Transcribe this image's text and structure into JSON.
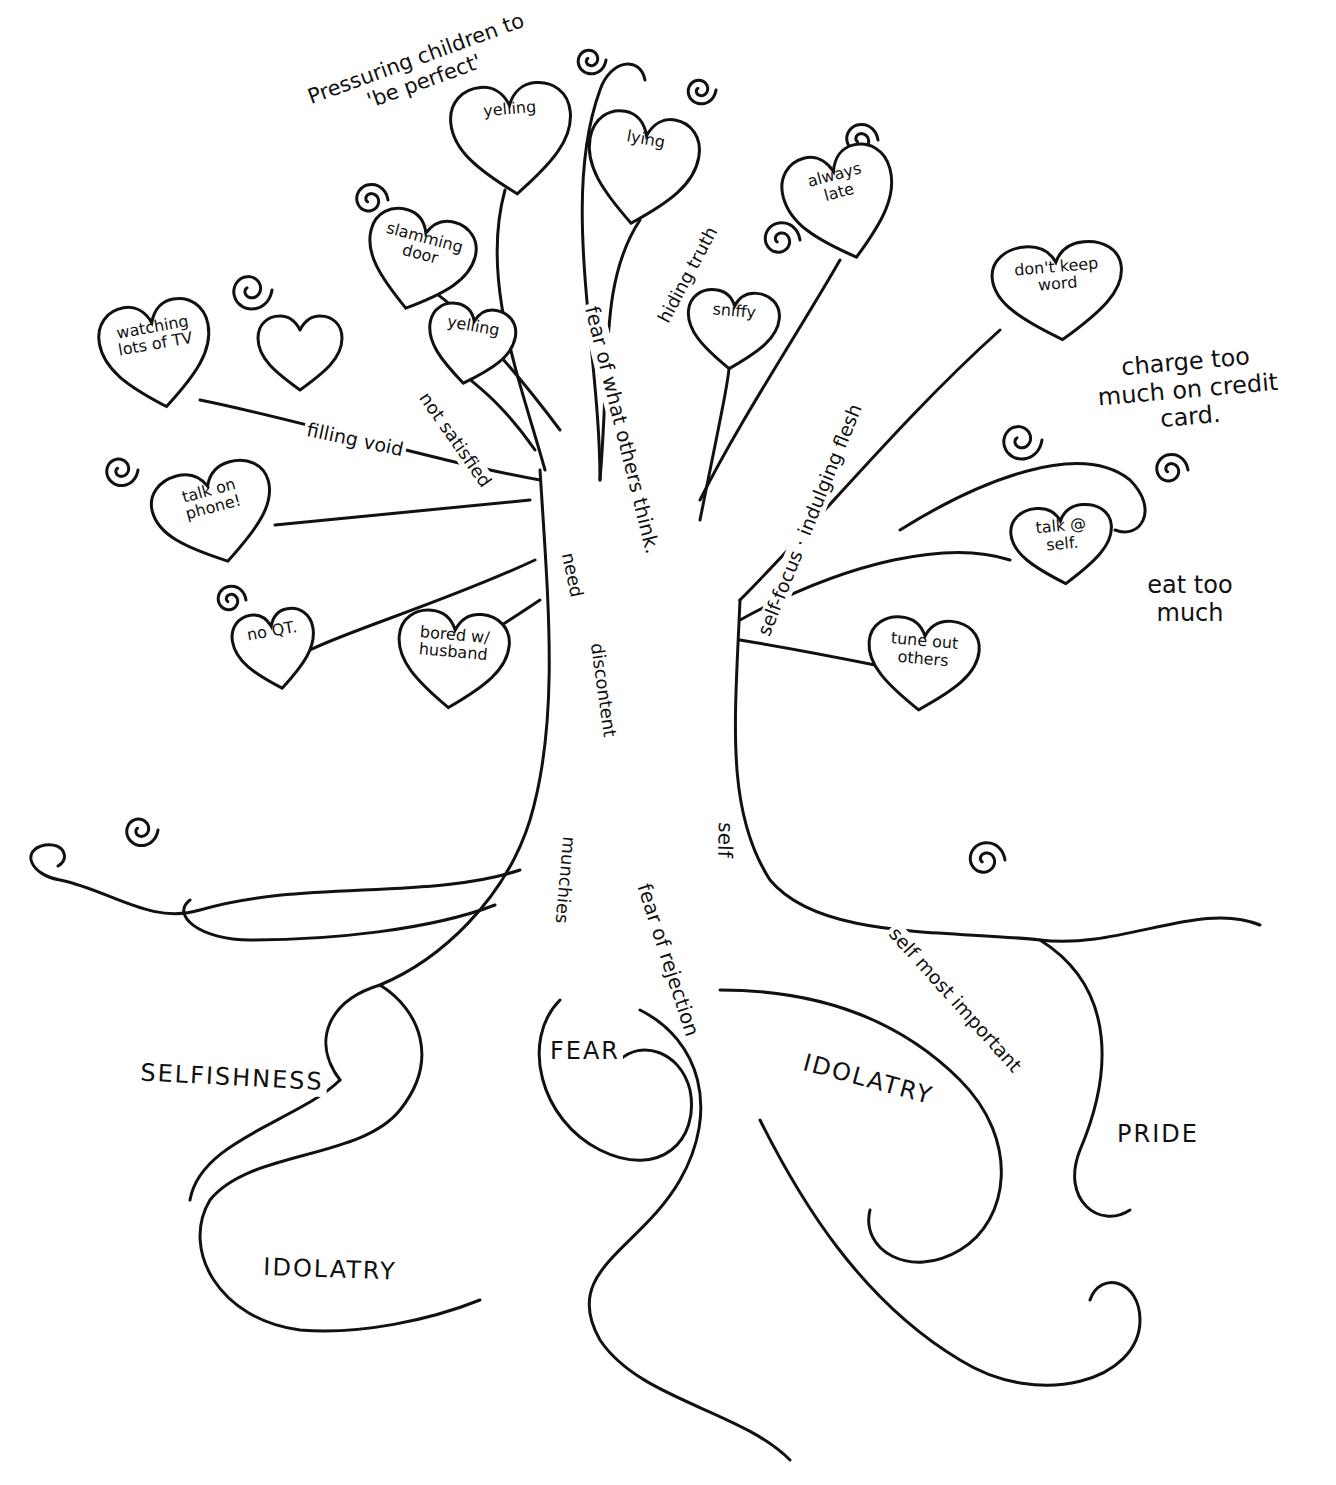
{
  "diagram": {
    "nodes": [
      {
        "text": [
          "yelling"
        ]
      },
      {
        "text": [
          "lying"
        ]
      },
      {
        "text": [
          "always late"
        ]
      },
      {
        "text": [
          "slamming door"
        ]
      },
      {
        "text": [
          "don't keep word"
        ]
      },
      {
        "text": [
          "watching lots of TV"
        ]
      },
      {
        "text": [
          "sniffy"
        ]
      },
      {
        "text": [
          "yelling"
        ]
      },
      {
        "text": [
          "talk on phone!"
        ]
      },
      {
        "text": [
          "talk @ self."
        ]
      },
      {
        "text": [
          "tune out others"
        ]
      },
      {
        "text": [
          "no QT."
        ]
      },
      {
        "text": [
          "bored w/ husband"
        ]
      }
    ],
    "labels": [
      "Pressuring children to 'be perfect'",
      "hiding truth",
      "not satisfied",
      "filling void",
      "fear of what others think.",
      "need",
      "discontent",
      "munchies",
      "self-focus · indulging flesh",
      "self",
      "fear of rejection",
      "self most important",
      "charge too much on credit card.",
      "eat too much",
      "SELFISHNESS",
      "FEAR",
      "IDOLATRY",
      "IDOLATRY",
      "PRIDE"
    ]
  }
}
